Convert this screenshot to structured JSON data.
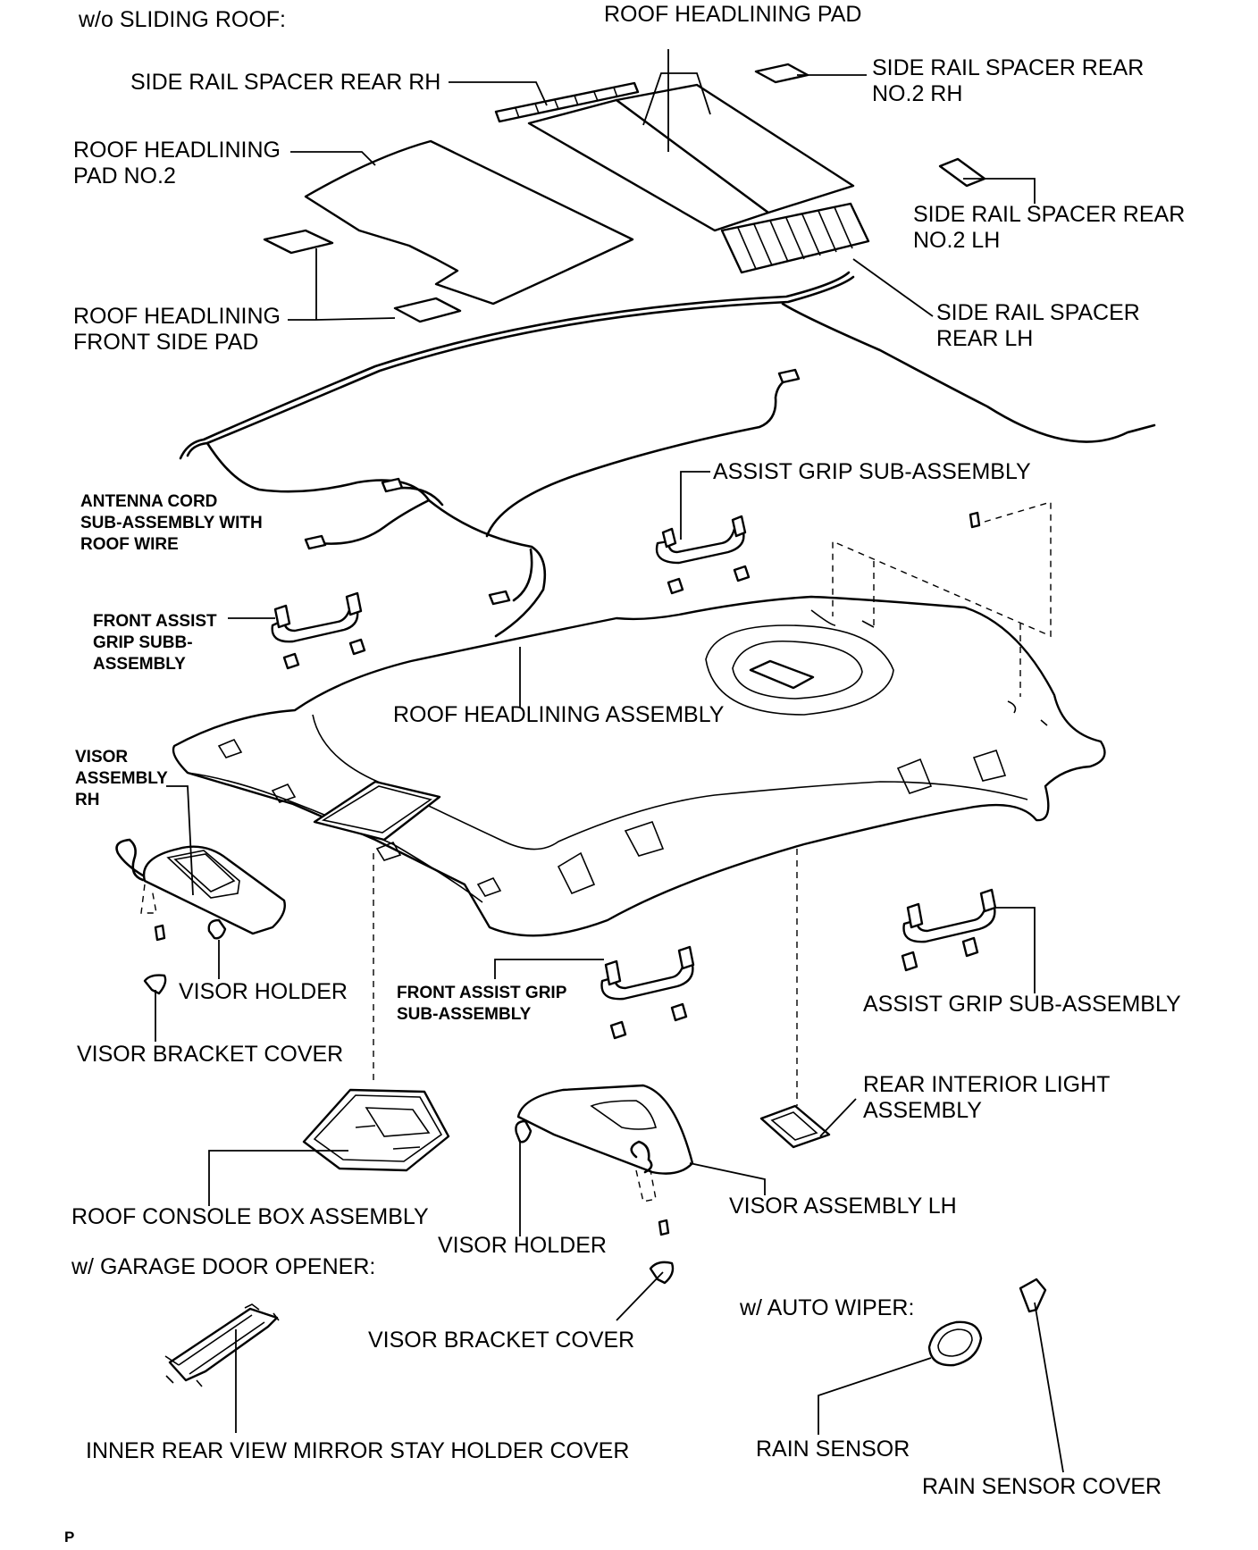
{
  "labels": {
    "wo_sliding_roof": "w/o SLIDING ROOF:",
    "roof_headlining_pad": "ROOF HEADLINING PAD",
    "side_rail_spacer_rear_rh": "SIDE RAIL SPACER REAR RH",
    "side_rail_spacer_rear_no2_rh": "SIDE RAIL SPACER REAR\nNO.2 RH",
    "roof_headlining_pad_no2": "ROOF HEADLINING\nPAD NO.2",
    "side_rail_spacer_rear_no2_lh": "SIDE RAIL SPACER REAR\nNO.2 LH",
    "roof_headlining_front_side_pad": "ROOF HEADLINING\nFRONT SIDE PAD",
    "side_rail_spacer_rear_lh": "SIDE RAIL SPACER\nREAR LH",
    "assist_grip_top": "ASSIST GRIP SUB-ASSEMBLY",
    "antenna_cord": "ANTENNA CORD\nSUB-ASSEMBLY WITH\nROOF WIRE",
    "front_assist_grip_left": "FRONT ASSIST\nGRIP SUBB-\nASSEMBLY",
    "roof_headlining_assembly": "ROOF HEADLINING ASSEMBLY",
    "visor_assembly_rh": "VISOR\nASSEMBLY\nRH",
    "visor_holder_left": "VISOR HOLDER",
    "visor_bracket_cover_left": "VISOR BRACKET COVER",
    "front_assist_grip_center": "FRONT ASSIST GRIP\nSUB-ASSEMBLY",
    "assist_grip_right": "ASSIST GRIP SUB-ASSEMBLY",
    "rear_interior_light": "REAR INTERIOR LIGHT\nASSEMBLY",
    "roof_console_box": "ROOF CONSOLE BOX ASSEMBLY",
    "visor_assembly_lh": "VISOR ASSEMBLY LH",
    "visor_holder_center": "VISOR HOLDER",
    "w_garage_door_opener": "w/ GARAGE DOOR OPENER:",
    "visor_bracket_cover_center": "VISOR BRACKET COVER",
    "w_auto_wiper": "w/ AUTO WIPER:",
    "inner_rear_view_mirror": "INNER REAR VIEW MIRROR STAY HOLDER COVER",
    "rain_sensor": "RAIN SENSOR",
    "rain_sensor_cover": "RAIN SENSOR COVER",
    "page_mark": "P"
  }
}
